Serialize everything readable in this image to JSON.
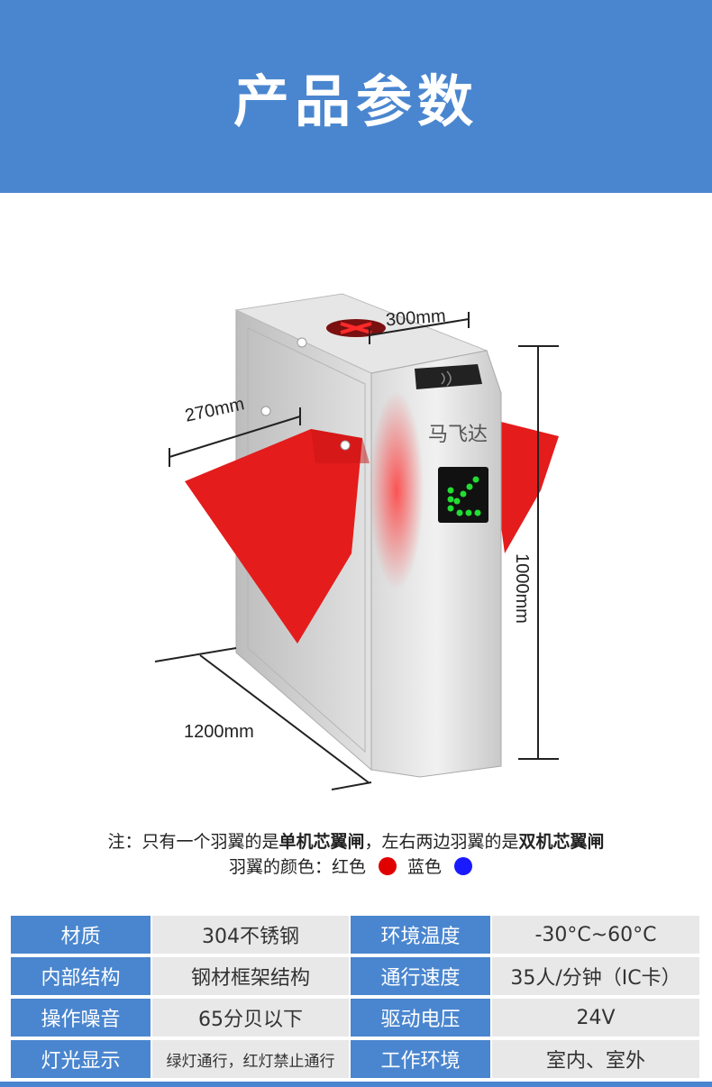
{
  "header": {
    "title": "产品参数"
  },
  "figure": {
    "dims": {
      "width_top": "300mm",
      "width_side": "270mm",
      "height": "1000mm",
      "length": "1200mm"
    },
    "brand": "马飞达",
    "colors": {
      "wing_red": "#e41c1c",
      "led_green": "#22dd33",
      "accent_blue": "#4a86cf"
    }
  },
  "note": {
    "line1_a": "注：只有一个羽翼的是",
    "line1_b": "单机芯翼闸",
    "line1_c": "，左右两边羽翼的是",
    "line1_d": "双机芯翼闸",
    "line2_a": "羽翼的颜色：红色",
    "line2_b": "蓝色",
    "red": "#e00000",
    "blue": "#1a1aff"
  },
  "specs": [
    {
      "k1": "材质",
      "v1": "304不锈钢",
      "k2": "环境温度",
      "v2": "-30°C~60°C"
    },
    {
      "k1": "内部结构",
      "v1": "钢材框架结构",
      "k2": "通行速度",
      "v2": "35人/分钟（IC卡）"
    },
    {
      "k1": "操作噪音",
      "v1": "65分贝以下",
      "k2": "驱动电压",
      "v2": "24V"
    },
    {
      "k1": "灯光显示",
      "v1": "绿灯通行，红灯禁止通行",
      "k2": "工作环境",
      "v2": "室内、室外"
    }
  ]
}
